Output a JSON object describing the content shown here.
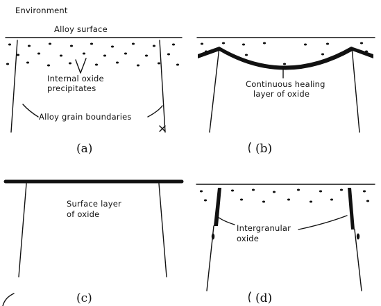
{
  "panels": {
    "a": {
      "caption": "(a)",
      "environment_label": "Environment",
      "surface_label": "Alloy surface",
      "precipitates_label": [
        "Internal oxide",
        "precipitates"
      ],
      "grain_label": "Alloy grain boundaries"
    },
    "b": {
      "caption": "(b)",
      "healing_label": [
        "Continuous healing",
        "layer of oxide"
      ]
    },
    "c": {
      "caption": "(c)",
      "surface_oxide_label": [
        "Surface layer",
        "of oxide"
      ]
    },
    "d": {
      "caption": "(d)",
      "intergranular_label": [
        "Intergranular",
        "oxide"
      ]
    }
  }
}
